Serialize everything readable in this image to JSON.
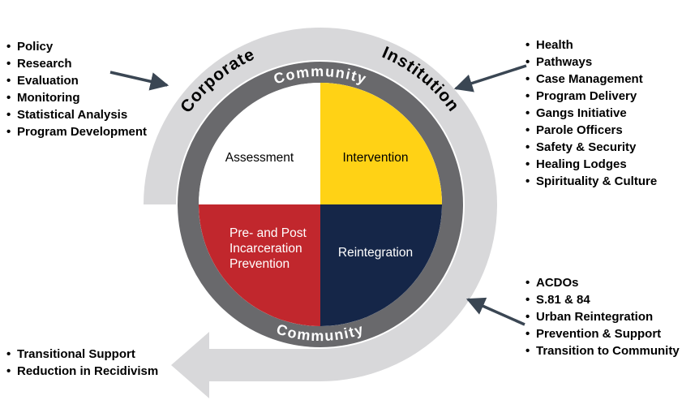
{
  "diagram": {
    "title_implicit": "Circular continuum-of-care model",
    "ring_labels": {
      "top": "Community",
      "bottom": "Community",
      "outer_left": "Corporate",
      "outer_right": "Institution"
    },
    "quadrants": {
      "assessment": {
        "label": "Assessment"
      },
      "intervention": {
        "label": "Intervention"
      },
      "prevention": {
        "lines": [
          "Pre- and Post",
          "Incarceration",
          "Prevention"
        ]
      },
      "reintegration": {
        "label": "Reintegration"
      }
    },
    "colors": {
      "yellow": "#FFD215",
      "red": "#C1272D",
      "navy": "#152648",
      "white": "#FFFFFF",
      "ring_gray": "#69696C",
      "band_gray": "#D8D8DA",
      "arrow": "#3A4653",
      "text_black": "#000000"
    }
  },
  "lists": {
    "bullet_char": "•",
    "corporate": {
      "items": [
        "Policy",
        "Research",
        "Evaluation",
        "Monitoring",
        "Statistical Analysis",
        "Program Development"
      ]
    },
    "institution": {
      "items": [
        "Health",
        "Pathways",
        "Case Management",
        "Program Delivery",
        "Gangs Initiative",
        "Parole Officers",
        "Safety & Security",
        "Healing Lodges",
        "Spirituality & Culture"
      ]
    },
    "community_right": {
      "items": [
        "ACDOs",
        "S.81 & 84",
        "Urban Reintegration",
        "Prevention & Support",
        "Transition to Community"
      ]
    },
    "community_left": {
      "items": [
        "Transitional Support",
        "Reduction in Recidivism"
      ]
    }
  }
}
